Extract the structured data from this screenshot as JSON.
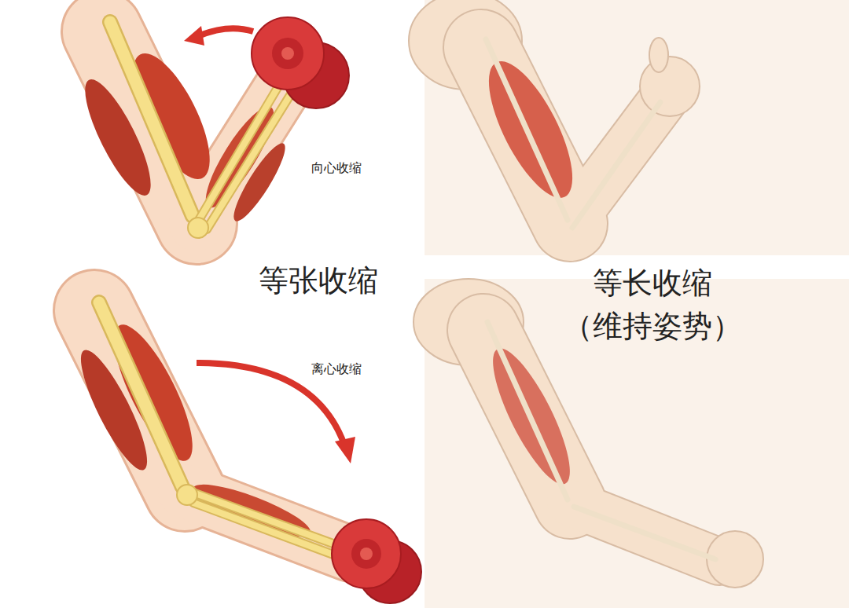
{
  "diagram": {
    "labels": [
      "向心收缩",
      "等张收缩",
      "离心收缩",
      "等长收缩",
      "（维持姿势）"
    ]
  }
}
